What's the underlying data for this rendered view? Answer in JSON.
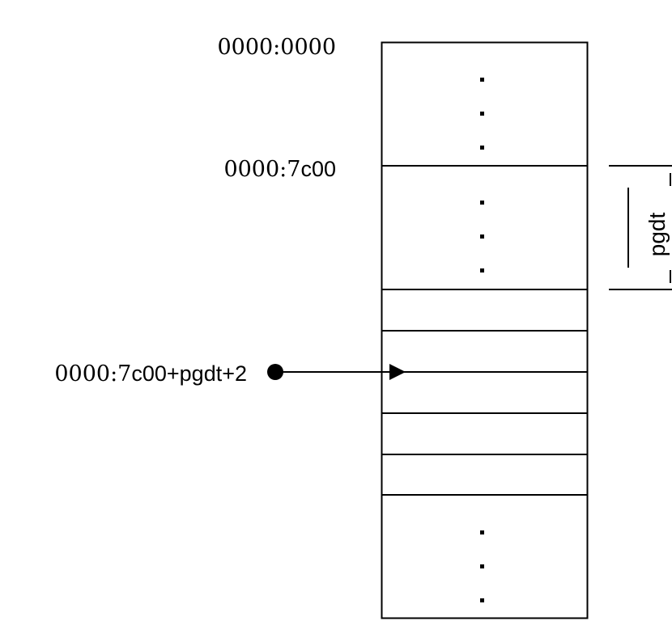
{
  "labels": {
    "addr_start": "0000:0000",
    "addr_base_prefix": "0000:7",
    "addr_base_suffix": "c00",
    "addr_ptr_prefix": "0000:7",
    "addr_ptr_suffix": "c00+pgdt+2",
    "side_label": "pgdt"
  },
  "memory": {
    "ellipsis_dot": "."
  },
  "colors": {
    "stroke": "#000000",
    "background": "#ffffff"
  }
}
